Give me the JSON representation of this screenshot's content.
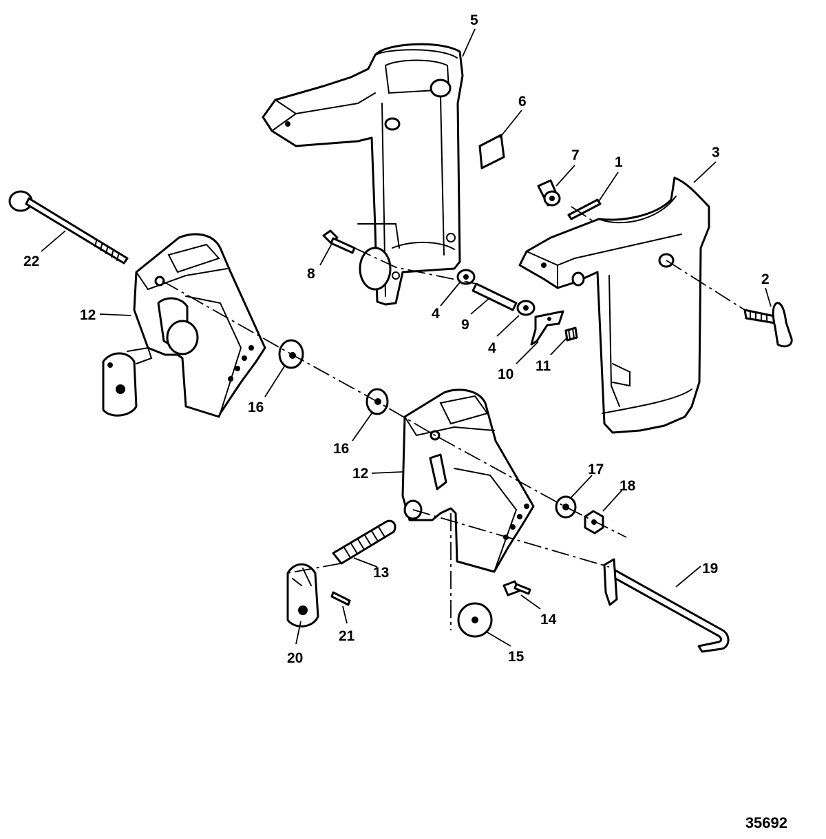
{
  "figure_number": "35692",
  "callouts": {
    "c1": "1",
    "c2": "2",
    "c3": "3",
    "c4a": "4",
    "c4b": "4",
    "c5": "5",
    "c6": "6",
    "c7": "7",
    "c8": "8",
    "c9": "9",
    "c10": "10",
    "c11": "11",
    "c12a": "12",
    "c12b": "12",
    "c13": "13",
    "c14": "14",
    "c15": "15",
    "c16a": "16",
    "c16b": "16",
    "c17": "17",
    "c18": "18",
    "c19": "19",
    "c20": "20",
    "c21": "21",
    "c22": "22"
  },
  "colors": {
    "line": "#000000",
    "background": "#ffffff"
  }
}
